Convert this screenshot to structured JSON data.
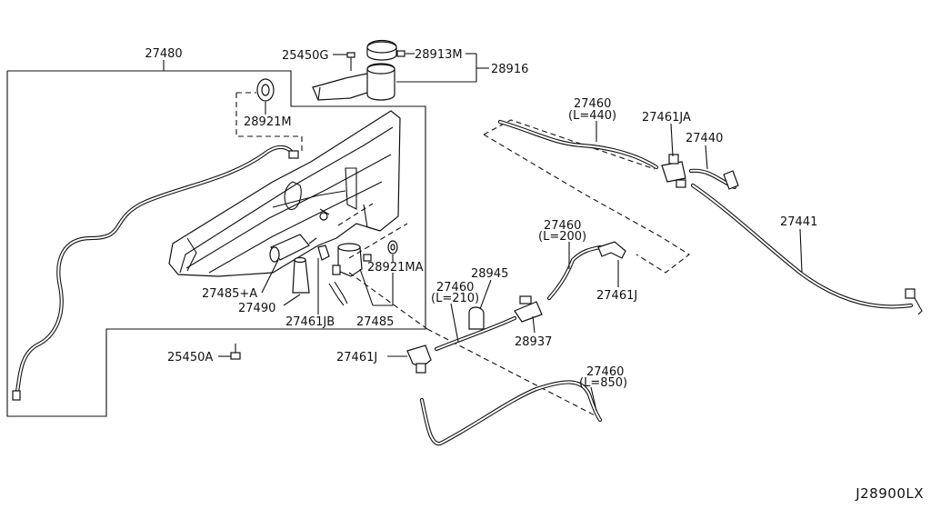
{
  "diagram_code": "J28900LX",
  "labels": {
    "p27480": "27480",
    "p25450G": "25450G",
    "p28913M": "28913M",
    "p28916": "28916",
    "p28921M": "28921M",
    "p27460_440": "27460",
    "p27460_440_len": "(L=440)",
    "p27461JA": "27461JA",
    "p27440": "27440",
    "p27441": "27441",
    "p27460_200": "27460",
    "p27460_200_len": "(L=200)",
    "p27461J_right": "27461J",
    "p28945": "28945",
    "p27460_210": "27460",
    "p27460_210_len": "(L=210)",
    "p28937": "28937",
    "p28921MA": "28921MA",
    "p27485A": "27485+A",
    "p27490": "27490",
    "p27461JB": "27461JB",
    "p27485": "27485",
    "p25450A": "25450A",
    "p27461J_left": "27461J",
    "p27460_850": "27460",
    "p27460_850_len": "(L=850)"
  }
}
